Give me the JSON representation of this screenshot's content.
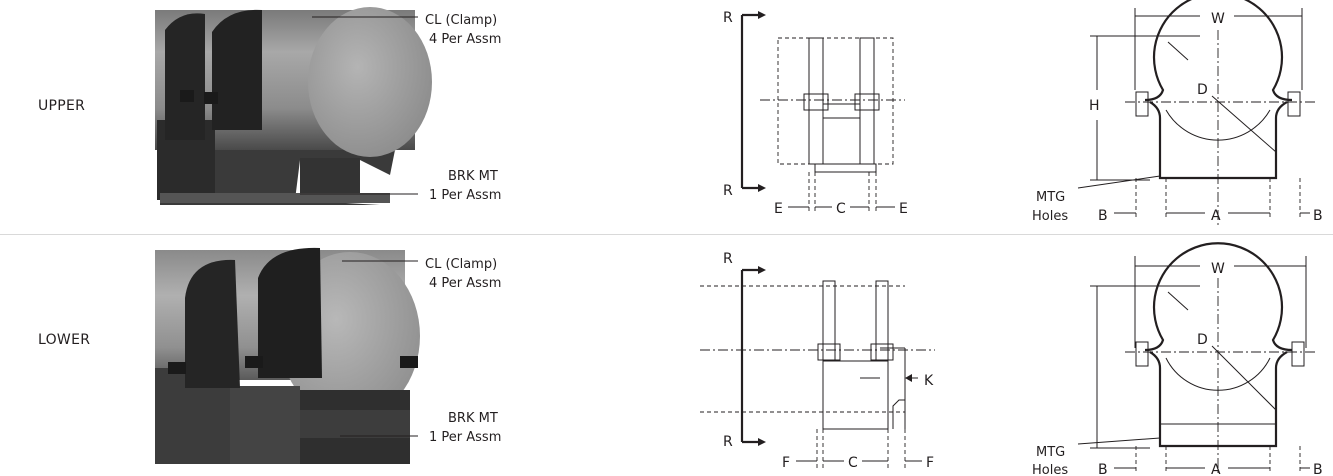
{
  "rows": {
    "upper": {
      "label": "UPPER",
      "photo_labels": {
        "clamp_line1": "CL (Clamp)",
        "clamp_line2": "4 Per Assm",
        "bracket_line1": "BRK MT",
        "bracket_line2": "1 Per Assm"
      },
      "side_dims": {
        "r_top": "R",
        "r_bottom": "R",
        "e_left": "E",
        "c": "C",
        "e_right": "E"
      },
      "front_dims": {
        "w": "W",
        "h": "H",
        "d": "D",
        "b_left": "B",
        "a": "A",
        "b_right": "B",
        "mtg_line1": "MTG",
        "mtg_line2": "Holes"
      }
    },
    "lower": {
      "label": "LOWER",
      "photo_labels": {
        "clamp_line1": "CL (Clamp)",
        "clamp_line2": "4 Per Assm",
        "bracket_line1": "BRK MT",
        "bracket_line2": "1 Per Assm"
      },
      "side_dims": {
        "r_top": "R",
        "r_bottom": "R",
        "f_left": "F",
        "c": "C",
        "f_right": "F",
        "k": "K"
      },
      "front_dims": {
        "w": "W",
        "d": "D",
        "b_left": "B",
        "a": "A",
        "b_right": "B",
        "mtg_line1": "MTG",
        "mtg_line2": "Holes"
      }
    }
  }
}
